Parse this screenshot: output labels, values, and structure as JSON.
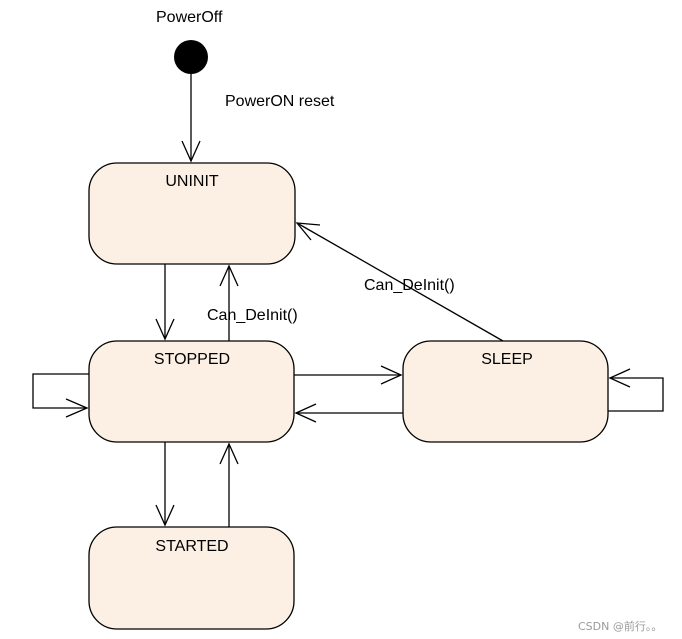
{
  "initial": {
    "label": "PowerOff"
  },
  "states": {
    "uninit": "UNINIT",
    "stopped": "STOPPED",
    "sleep": "SLEEP",
    "started": "STARTED"
  },
  "transitions": {
    "power_on": "PowerON reset",
    "deinit_from_stopped": "Can_DeInit()",
    "deinit_from_sleep": "Can_DeInit()"
  },
  "watermark": "CSDN @前行。。"
}
